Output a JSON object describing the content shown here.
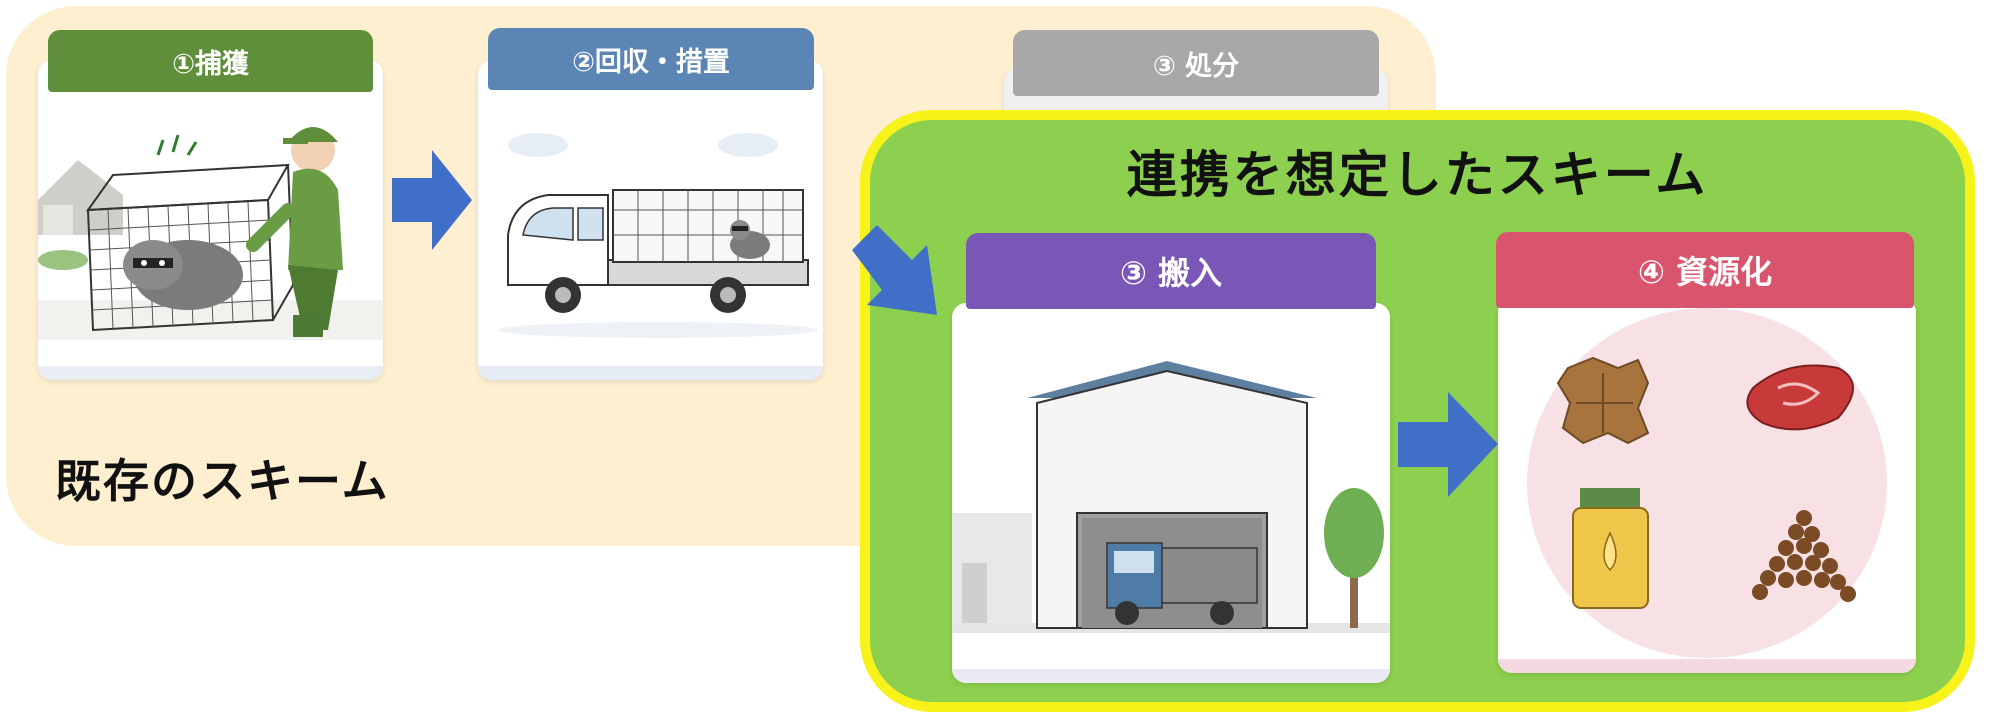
{
  "existing_scheme": {
    "label": "既存のスキーム",
    "steps": [
      {
        "header": "①捕獲",
        "color": "#5f8f3a",
        "icon": "trap-cage-worker-icon"
      },
      {
        "header": "②回収・措置",
        "color": "#5b85b5",
        "icon": "collection-truck-icon"
      },
      {
        "header": "③ 処分",
        "color": "#a8a8a8",
        "icon": "disposal-icon"
      }
    ]
  },
  "cooperative_scheme": {
    "title": "連携を想定したスキーム",
    "panel_color": "#8dcf4e",
    "border_color": "#f7f21a",
    "steps": [
      {
        "header": "③ 搬入",
        "color": "#7a57b6",
        "icon": "warehouse-truck-icon"
      },
      {
        "header": "④ 資源化",
        "color": "#d9546d",
        "icon": "resources-icon"
      }
    ]
  },
  "arrow_color": "#3f6fc7"
}
